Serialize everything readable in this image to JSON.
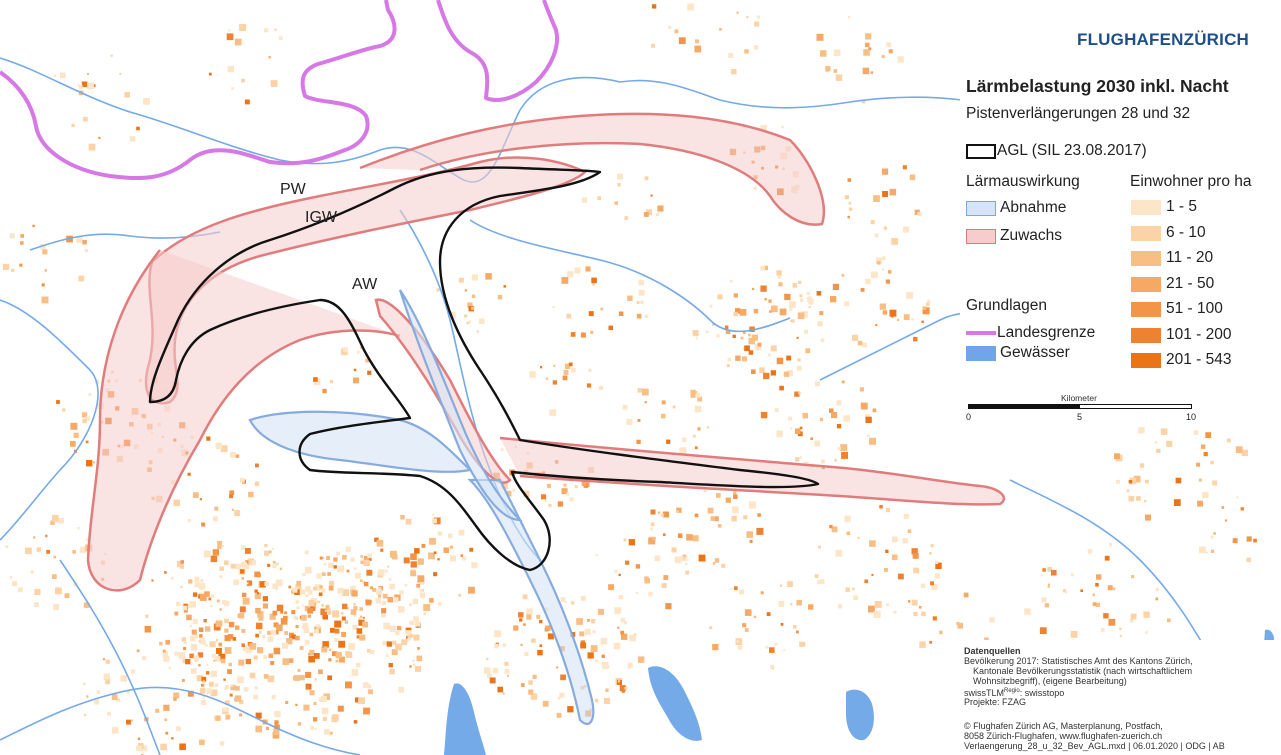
{
  "logo": {
    "text": "FLUGHAFENZÜRICH"
  },
  "title": "Lärmbelastung 2030 inkl. Nacht",
  "subtitle": "Pistenverlängerungen 28 und 32",
  "agl_label": "AGL (SIL 23.08.2017)",
  "laermauswirkung": {
    "heading": "Lärmauswirkung",
    "items": [
      {
        "label": "Abnahme",
        "fill": "#d6e4f5",
        "stroke": "#7ea6d8"
      },
      {
        "label": "Zuwachs",
        "fill": "#f6cccc",
        "stroke": "#df7a7a"
      }
    ]
  },
  "einwohner": {
    "heading": "Einwohner pro ha",
    "classes": [
      {
        "label": "1 - 5",
        "color": "#fde6c8"
      },
      {
        "label": "6 - 10",
        "color": "#fbd3a6"
      },
      {
        "label": "11 - 20",
        "color": "#f8be84"
      },
      {
        "label": "21 - 50",
        "color": "#f6a965"
      },
      {
        "label": "51 - 100",
        "color": "#f39548"
      },
      {
        "label": "101 - 200",
        "color": "#ef8230"
      },
      {
        "label": "201 - 543",
        "color": "#ea7418"
      }
    ]
  },
  "grundlagen": {
    "heading": "Grundlagen",
    "items": [
      {
        "label": "Landesgrenze",
        "color": "#d678e6"
      },
      {
        "label": "Gewässer",
        "color": "#6ea6e8"
      }
    ]
  },
  "scalebar": {
    "title": "Kilometer",
    "ticks": [
      "0",
      "5",
      "10"
    ]
  },
  "map_labels": {
    "pw": "PW",
    "igw": "IGW",
    "aw": "AW"
  },
  "colors": {
    "water": "#74aae8",
    "border": "#d678e6",
    "agl": "#111111",
    "increase": "#e07c7c",
    "decrease": "#86abde"
  },
  "sources": {
    "heading": "Datenquellen",
    "lines": [
      "Bevölkerung 2017: Statistisches Amt des Kantons Zürich,",
      "Kantonale Bevölkerungsstatistik (nach wirtschaftlichem",
      "Wohnsitzbegriff), (eigene Bearbeitung)",
      "swissTLM",
      "Projekte: FZAG"
    ],
    "tlm_superscript": "Regio",
    "tlm_suffix": ": swisstopo"
  },
  "copyright": [
    "© Flughafen Zürich AG, Masterplanung, Postfach,",
    "8058 Zürich-Flughafen, www.flughafen-zuerich.ch",
    "Verlaengerung_28_u_32_Bev_AGL.mxd | 06.01.2020 | ODG | AB"
  ]
}
